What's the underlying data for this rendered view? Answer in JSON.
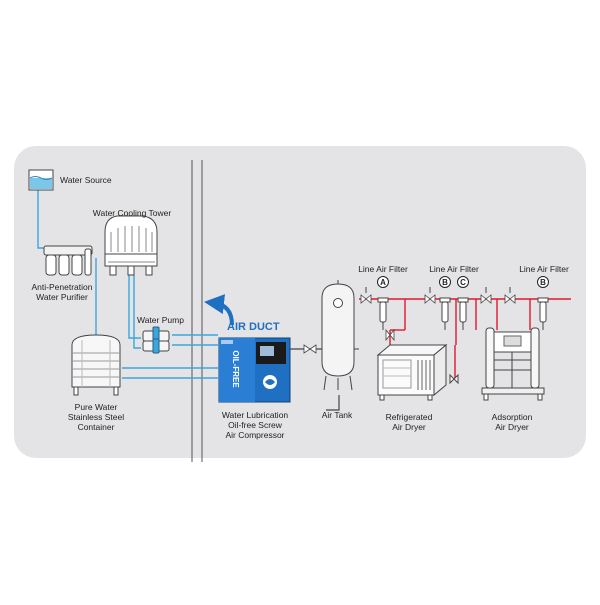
{
  "labels": {
    "water_source": "Water Source",
    "cooling_tower": "Water Cooling Tower",
    "purifier_line1": "Anti-Penetration",
    "purifier_line2": "Water Purifier",
    "water_pump": "Water Pump",
    "container_line1": "Pure Water",
    "container_line2": "Stainless Steel",
    "container_line3": "Container",
    "air_duct": "AIR DUCT",
    "compressor_line1": "Water Lubrication",
    "compressor_line2": "Oil-free Screw",
    "compressor_line3": "Air Compressor",
    "compressor_brand": "OIL-FREE",
    "air_tank": "Air Tank",
    "filter_1": "Line Air Filter",
    "filter_2": "Line Air Filter",
    "filter_3": "Line Air Filter",
    "ref_dryer_line1": "Refrigerated",
    "ref_dryer_line2": "Air Dryer",
    "ads_dryer_line1": "Adsorption",
    "ads_dryer_line2": "Air Dryer"
  },
  "badges": [
    "A",
    "B",
    "C",
    "B"
  ],
  "colors": {
    "background_panel": "#e4e4e6",
    "water_line": "#3aa6dc",
    "air_line": "#e0182d",
    "compressor_body": "#1f6fc2",
    "air_duct_text": "#1f6fc2",
    "equipment_outline": "#444444"
  }
}
